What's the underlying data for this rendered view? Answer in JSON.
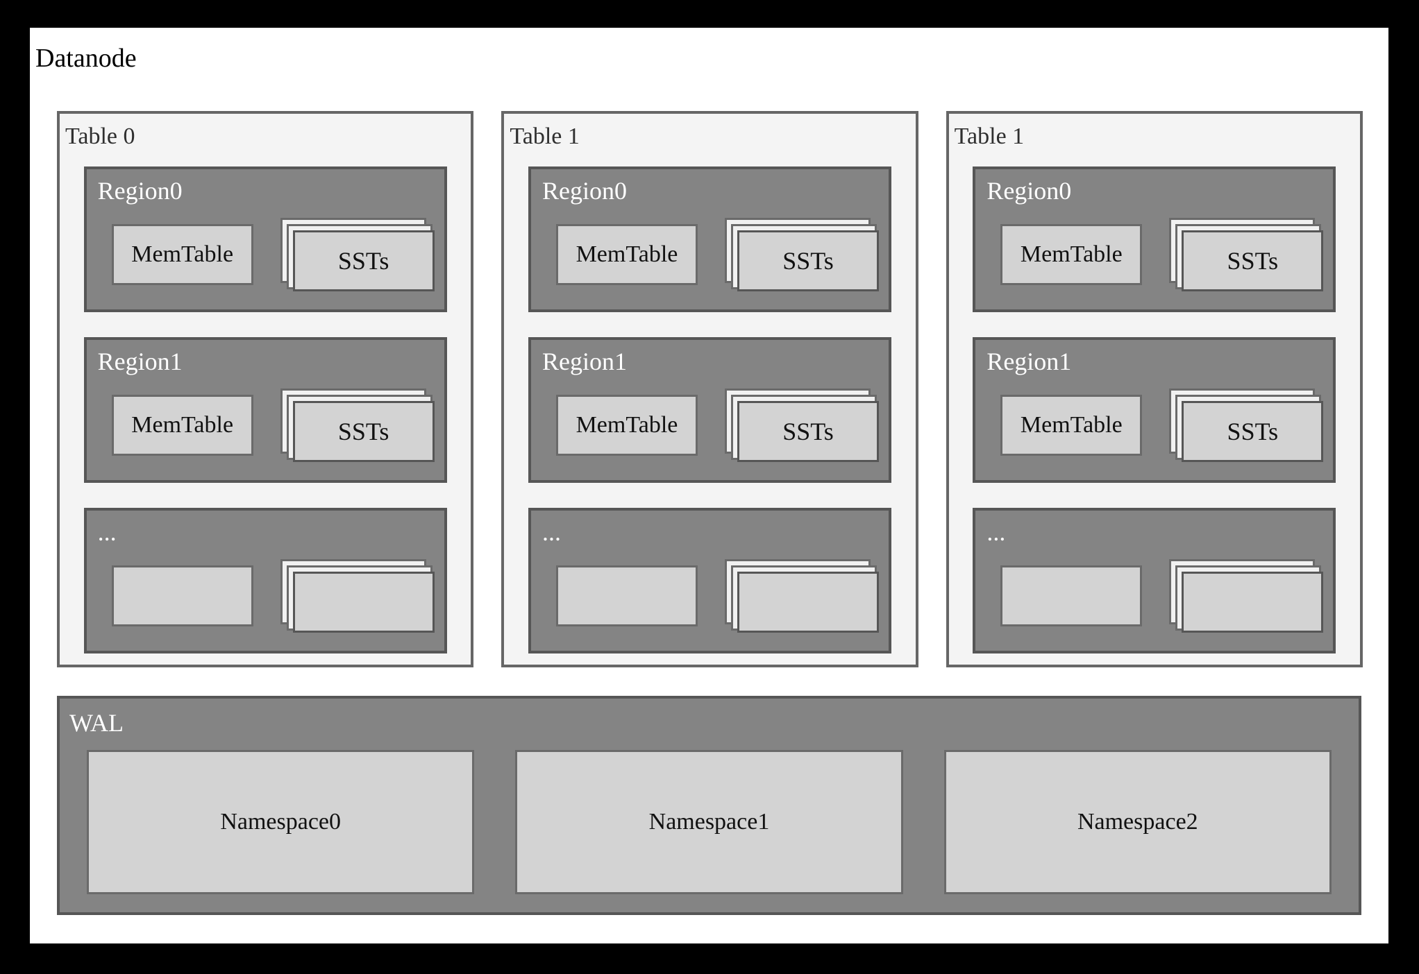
{
  "datanode": {
    "title": "Datanode",
    "tables": [
      {
        "title": "Table 0",
        "regions": [
          {
            "label": "Region0",
            "memtable_label": "MemTable",
            "ssts_label": "SSTs"
          },
          {
            "label": "Region1",
            "memtable_label": "MemTable",
            "ssts_label": "SSTs"
          },
          {
            "label": "...",
            "memtable_label": "",
            "ssts_label": ""
          }
        ]
      },
      {
        "title": "Table 1",
        "regions": [
          {
            "label": "Region0",
            "memtable_label": "MemTable",
            "ssts_label": "SSTs"
          },
          {
            "label": "Region1",
            "memtable_label": "MemTable",
            "ssts_label": "SSTs"
          },
          {
            "label": "...",
            "memtable_label": "",
            "ssts_label": ""
          }
        ]
      },
      {
        "title": "Table 1",
        "regions": [
          {
            "label": "Region0",
            "memtable_label": "MemTable",
            "ssts_label": "SSTs"
          },
          {
            "label": "Region1",
            "memtable_label": "MemTable",
            "ssts_label": "SSTs"
          },
          {
            "label": "...",
            "memtable_label": "",
            "ssts_label": ""
          }
        ]
      }
    ],
    "wal": {
      "label": "WAL",
      "namespaces": [
        {
          "label": "Namespace0"
        },
        {
          "label": "Namespace1"
        },
        {
          "label": "Namespace2"
        }
      ]
    }
  },
  "colors": {
    "frame": "#000000",
    "page": "#ffffff",
    "table_fill": "#f4f4f4",
    "table_border": "#666666",
    "region_fill": "#848484",
    "region_border": "#565656",
    "light_box_fill": "#d3d3d3",
    "light_box_border": "#6a6a6a",
    "stack_back_fill": "#f1f1f1",
    "title_text": "#000000",
    "table_title_text": "#2f2f2f",
    "region_label_text": "#ffffff",
    "box_label_text": "#111111"
  }
}
